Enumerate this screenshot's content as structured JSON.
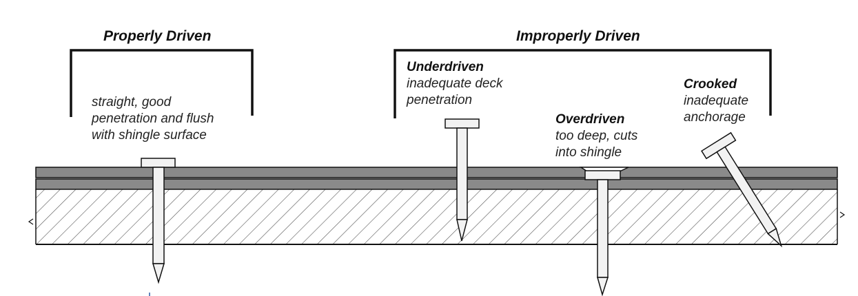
{
  "headings": {
    "properly": "Properly Driven",
    "improperly": "Improperly Driven"
  },
  "labels": {
    "proper": {
      "lines": [
        "straight, good",
        "penetration and flush",
        "with shingle surface"
      ]
    },
    "underdriven": {
      "title": "Underdriven",
      "lines": [
        "inadequate deck",
        "penetration"
      ]
    },
    "overdriven": {
      "title": "Overdriven",
      "lines": [
        "too deep, cuts",
        "into shingle"
      ]
    },
    "crooked": {
      "title": "Crooked",
      "lines": [
        "inadequate",
        "anchorage"
      ]
    }
  },
  "colors": {
    "shingle": "#8a8a8a",
    "deck_hatch": "#555555",
    "nail_fill": "#f2f2f2",
    "outline": "#111111"
  }
}
